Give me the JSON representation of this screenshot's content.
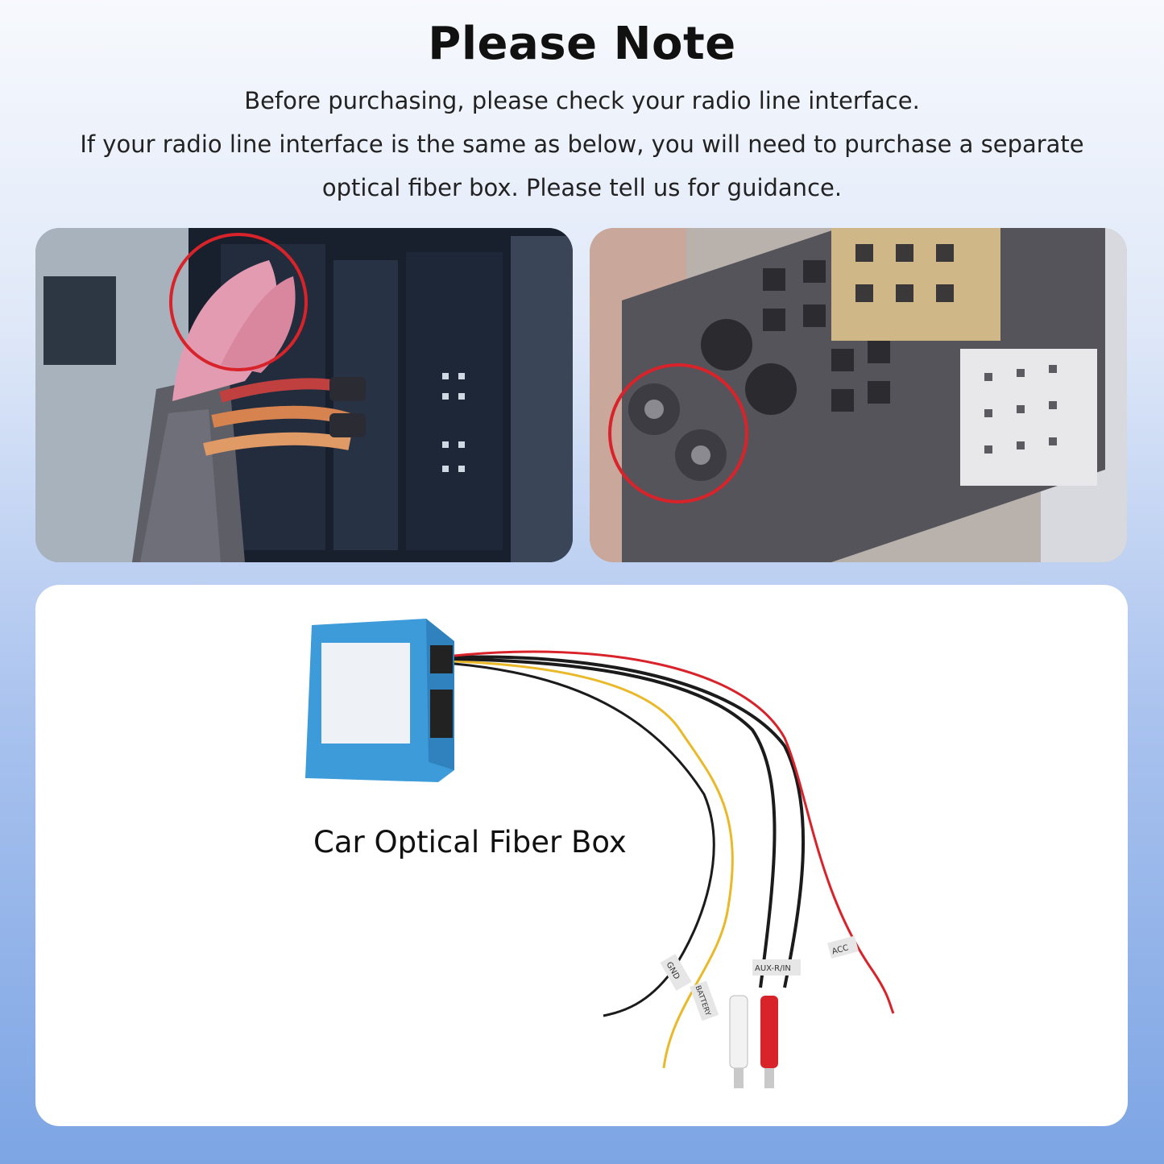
{
  "header": {
    "title": "Please Note",
    "line1": "Before purchasing, please check your radio line interface.",
    "line2": "If your radio line interface is the same as below, you will need to purchase a separate",
    "line3": "optical fiber box. Please tell us for guidance."
  },
  "product": {
    "label": "Car Optical Fiber Box",
    "tags": [
      "GND",
      "BATTERY",
      "AUX-R/IN",
      "ACC"
    ]
  },
  "colors": {
    "highlight_circle": "#d8232a",
    "box_blue": "#3c9bd8",
    "wire_red": "#d8232a",
    "wire_yellow": "#e9b92a",
    "wire_black": "#1b1b1b"
  }
}
